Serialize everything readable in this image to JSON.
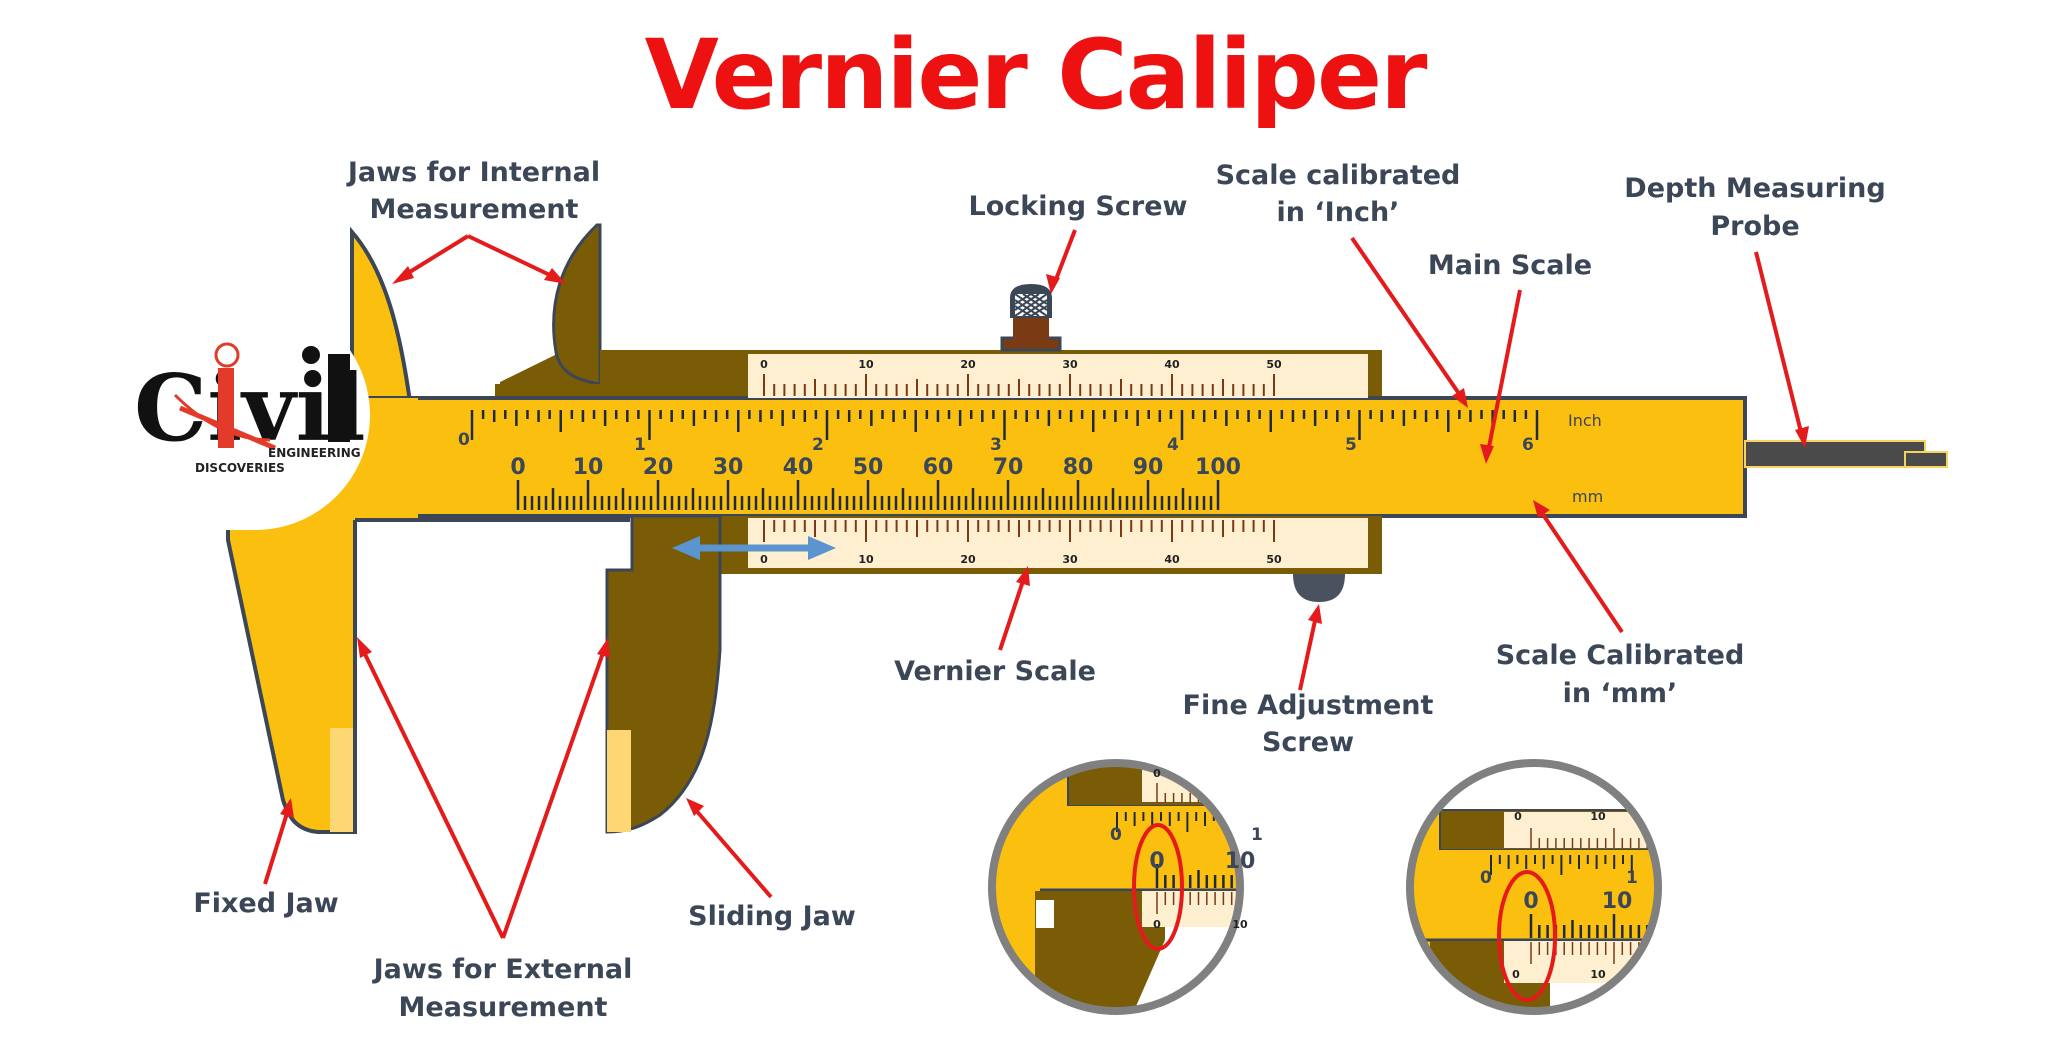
{
  "title": "Vernier Caliper",
  "logo": {
    "word": "Civil",
    "line1": "ENGINEERING",
    "line2": "DISCOVERIES"
  },
  "labels": {
    "internal_jaws_1": "Jaws for Internal",
    "internal_jaws_2": "Measurement",
    "locking_screw": "Locking Screw",
    "inch_scale_1": "Scale calibrated",
    "inch_scale_2": "in ‘Inch’",
    "main_scale": "Main Scale",
    "depth_probe_1": "Depth Measuring",
    "depth_probe_2": "Probe",
    "vernier_scale": "Vernier Scale",
    "fine_adjust_1": "Fine Adjustment",
    "fine_adjust_2": "Screw",
    "mm_scale_1": "Scale Calibrated",
    "mm_scale_2": "in ‘mm’",
    "fixed_jaw": "Fixed Jaw",
    "sliding_jaw": "Sliding Jaw",
    "external_jaws_1": "Jaws for External",
    "external_jaws_2": "Measurement"
  },
  "scales": {
    "inch_unit": "Inch",
    "mm_unit": "mm",
    "inch_ticks": [
      "0",
      "1",
      "2",
      "3",
      "4",
      "5",
      "6"
    ],
    "mm_ticks": [
      "0",
      "10",
      "20",
      "30",
      "40",
      "50",
      "60",
      "70",
      "80",
      "90",
      "100"
    ],
    "vernier_ticks": [
      "0",
      "10",
      "20",
      "30",
      "40",
      "50"
    ]
  },
  "insets": {
    "left": {
      "inch0": "0",
      "inch1": "1",
      "mm0": "0",
      "mm10": "10",
      "v0": "0",
      "v10": "10",
      "vt0": "0"
    },
    "right": {
      "inch0": "0",
      "inch1": "1",
      "mm0": "0",
      "mm10": "10",
      "v0": "0",
      "v10": "10",
      "vt0": "0",
      "vt10": "10"
    }
  },
  "colors": {
    "title": "#ee1111",
    "body_yellow": "#fbbf0f",
    "slider_brown": "#7a5c06",
    "vernier_cream": "#fdefcf",
    "outline": "#3b4656",
    "arrow_red": "#e51a1a",
    "motion_blue": "#5a95cf",
    "inset_ring": "#808080"
  }
}
